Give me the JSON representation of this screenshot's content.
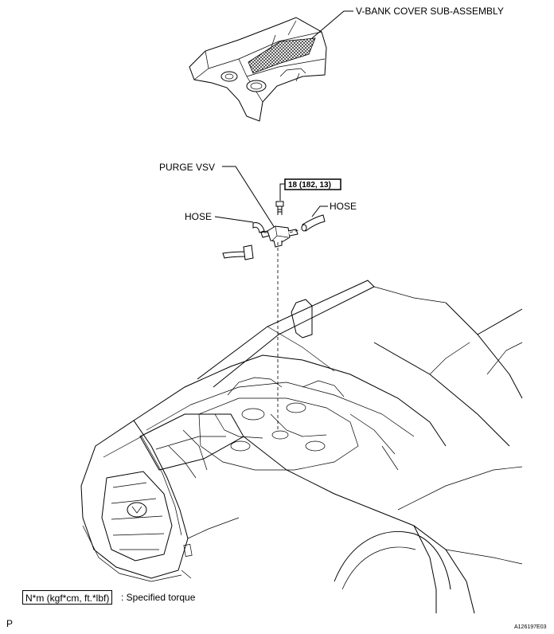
{
  "labels": {
    "vbank_cover": "V-BANK COVER SUB-ASSEMBLY",
    "purge_vsv": "PURGE VSV",
    "hose_left": "HOSE",
    "hose_right": "HOSE",
    "torque": "18 (182, 13)"
  },
  "legend": {
    "units": "N*m (kgf*cm, ft.*lbf)",
    "description": ": Specified torque"
  },
  "footer": {
    "left_mark": "P",
    "figure_id": "A126197E03"
  }
}
